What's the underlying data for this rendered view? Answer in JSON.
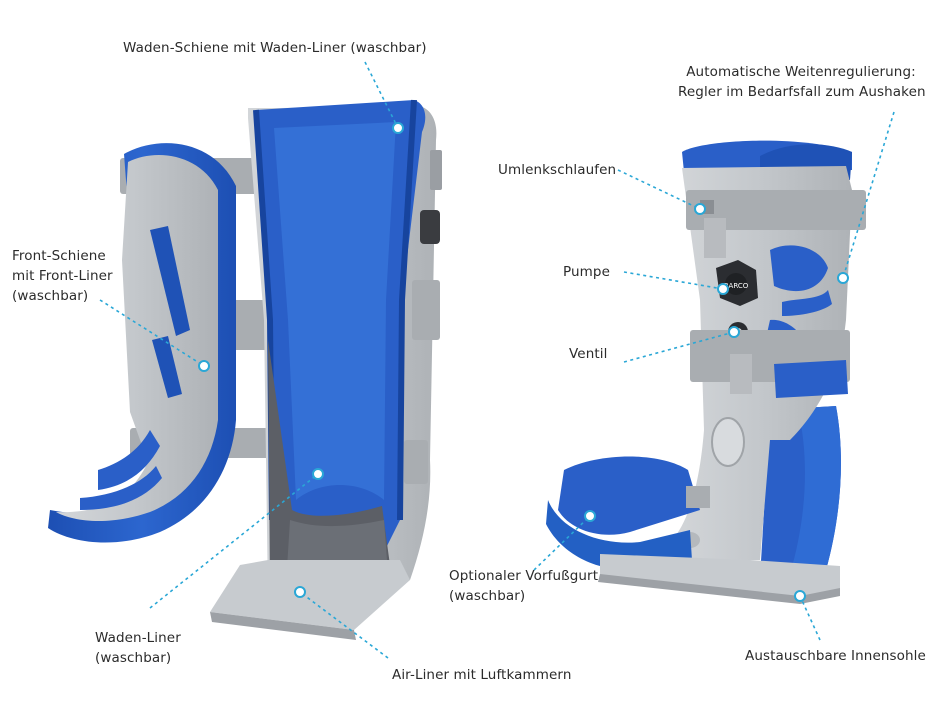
{
  "colors": {
    "liner_blue": "#2a5fc8",
    "liner_dark": "#1c4aa8",
    "shell_gray": "#c7cbcf",
    "strap_gray": "#a9adb1",
    "callout_blue": "#2aa7d6",
    "text": "#2b2b2b"
  },
  "labels": {
    "waden_schiene": "Waden-Schiene mit Waden-Liner (waschbar)",
    "front_schiene": [
      "Front-Schiene",
      "mit Front-Liner",
      "(waschbar)"
    ],
    "waden_liner": [
      "Waden-Liner",
      "(waschbar)"
    ],
    "air_liner": "Air-Liner mit Luftkammern",
    "weitenregulierung": [
      "Automatische Weitenregulierung:",
      "Regler im Bedarfsfall zum Aushaken"
    ],
    "umlenkschlaufen": "Umlenkschlaufen",
    "pumpe": "Pumpe",
    "ventil": "Ventil",
    "vorfussgurt": [
      "Optionaler Vorfußgurt",
      "(waschbar)"
    ],
    "innensohle": "Austauschbare Innensohle"
  },
  "pump_logo": "BARCO"
}
